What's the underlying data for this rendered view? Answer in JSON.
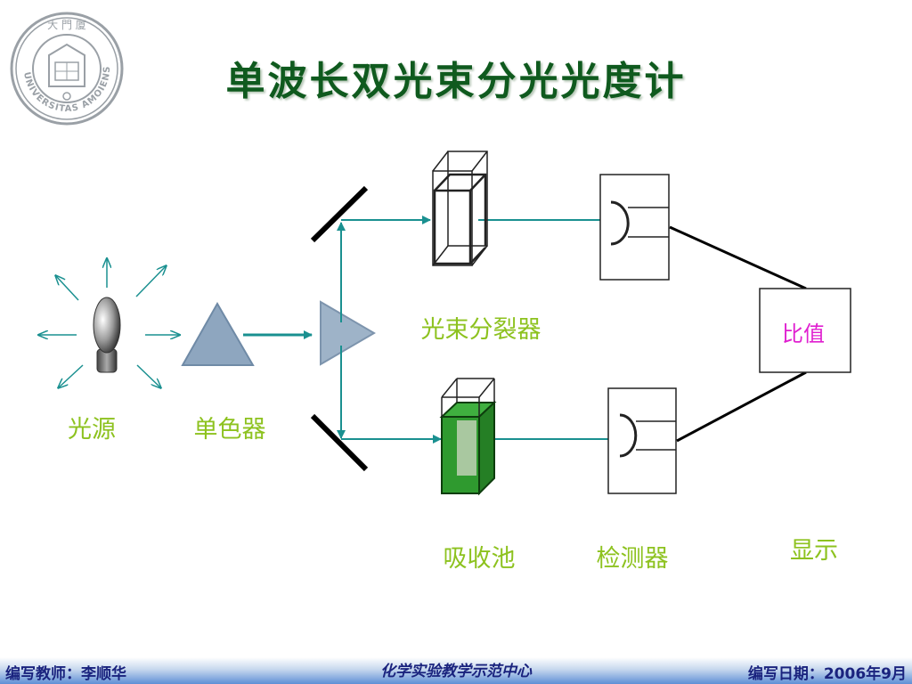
{
  "slide": {
    "title": "单波长双光束分光光度计"
  },
  "logo": {
    "ring_text": "UNIVERSITAS AMOIENSIS",
    "top_text": "大 門 廈"
  },
  "labels": {
    "light_source": "光源",
    "monochromator": "单色器",
    "beam_splitter": "光束分裂器",
    "cell": "吸收池",
    "detector": "检测器",
    "display": "显示",
    "ratio": "比值"
  },
  "footer": {
    "left": "编写教师：李顺华",
    "center": "化学实验教学示范中心",
    "right": "编写日期：2006年9月"
  },
  "colors": {
    "title": "#0f5a1e",
    "label": "#8dc21f",
    "ratio": "#e020d0",
    "beam": "#1a9090",
    "cell_liquid": "#2f9a2f"
  },
  "icons": [
    "lamp-icon",
    "prism-icon",
    "beam-splitter-icon",
    "mirror-icon",
    "cuvette-icon",
    "detector-icon"
  ]
}
